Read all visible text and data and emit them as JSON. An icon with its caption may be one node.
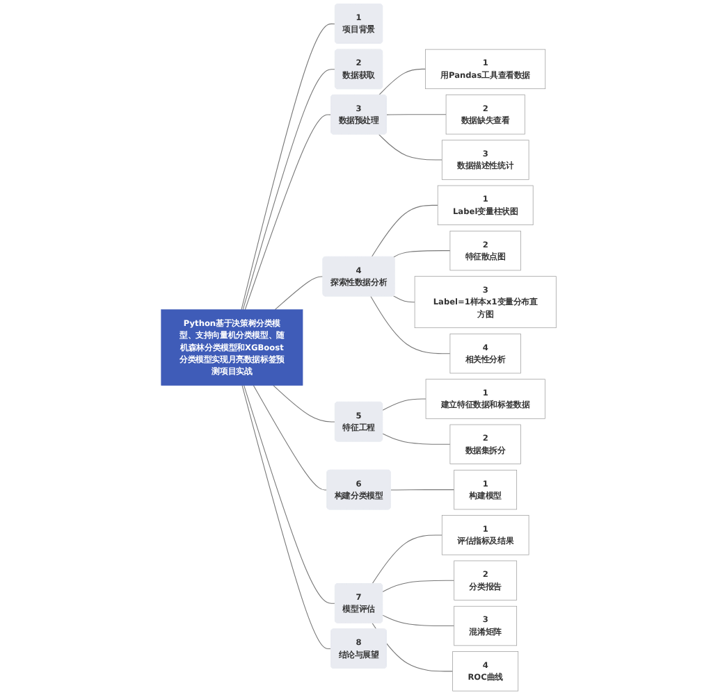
{
  "diagram": {
    "nodes": [
      {
        "text": [
          "Python基于决策树分类模型、支持向量机分类模型、随机森林分类模型和XGBoost分类模型实现月亮数据标签预测项目实战"
        ]
      },
      {
        "text": [
          "1",
          "项目背景"
        ]
      },
      {
        "text": [
          "2",
          "数据获取"
        ]
      },
      {
        "text": [
          "3",
          "数据预处理"
        ]
      },
      {
        "text": [
          "1",
          "用Pandas工具查看数据"
        ]
      },
      {
        "text": [
          "2",
          "数据缺失查看"
        ]
      },
      {
        "text": [
          "3",
          "数据描述性统计"
        ]
      },
      {
        "text": [
          "4",
          "探索性数据分析"
        ]
      },
      {
        "text": [
          "1",
          "Label变量柱状图"
        ]
      },
      {
        "text": [
          "2",
          "特征散点图"
        ]
      },
      {
        "text": [
          "3",
          "Label=1样本x1变量分布直方图"
        ]
      },
      {
        "text": [
          "4",
          "相关性分析"
        ]
      },
      {
        "text": [
          "5",
          "特征工程"
        ]
      },
      {
        "text": [
          "1",
          "建立特征数据和标签数据"
        ]
      },
      {
        "text": [
          "2",
          "数据集拆分"
        ]
      },
      {
        "text": [
          "6",
          "构建分类模型"
        ]
      },
      {
        "text": [
          "1",
          "构建模型"
        ]
      },
      {
        "text": [
          "7",
          "模型评估"
        ]
      },
      {
        "text": [
          "1",
          "评估指标及结果"
        ]
      },
      {
        "text": [
          "2",
          "分类报告"
        ]
      },
      {
        "text": [
          "3",
          "混淆矩阵"
        ]
      },
      {
        "text": [
          "4",
          "ROC曲线"
        ]
      },
      {
        "text": [
          "8",
          "结论与展望"
        ]
      }
    ],
    "edges": [
      {
        "from": 0,
        "to": 1,
        "arrow": "none"
      },
      {
        "from": 0,
        "to": 2,
        "arrow": "none"
      },
      {
        "from": 0,
        "to": 3,
        "arrow": "none"
      },
      {
        "from": 3,
        "to": 4,
        "arrow": "none"
      },
      {
        "from": 3,
        "to": 5,
        "arrow": "none"
      },
      {
        "from": 3,
        "to": 6,
        "arrow": "none"
      },
      {
        "from": 0,
        "to": 7,
        "arrow": "none"
      },
      {
        "from": 7,
        "to": 8,
        "arrow": "none"
      },
      {
        "from": 7,
        "to": 9,
        "arrow": "none"
      },
      {
        "from": 7,
        "to": 10,
        "arrow": "none"
      },
      {
        "from": 7,
        "to": 11,
        "arrow": "none"
      },
      {
        "from": 0,
        "to": 12,
        "arrow": "none"
      },
      {
        "from": 12,
        "to": 13,
        "arrow": "none"
      },
      {
        "from": 12,
        "to": 14,
        "arrow": "none"
      },
      {
        "from": 0,
        "to": 15,
        "arrow": "none"
      },
      {
        "from": 15,
        "to": 16,
        "arrow": "none"
      },
      {
        "from": 0,
        "to": 17,
        "arrow": "none"
      },
      {
        "from": 17,
        "to": 18,
        "arrow": "none"
      },
      {
        "from": 17,
        "to": 19,
        "arrow": "none"
      },
      {
        "from": 17,
        "to": 20,
        "arrow": "none"
      },
      {
        "from": 17,
        "to": 21,
        "arrow": "none"
      },
      {
        "from": 0,
        "to": 22,
        "arrow": "none"
      }
    ]
  }
}
